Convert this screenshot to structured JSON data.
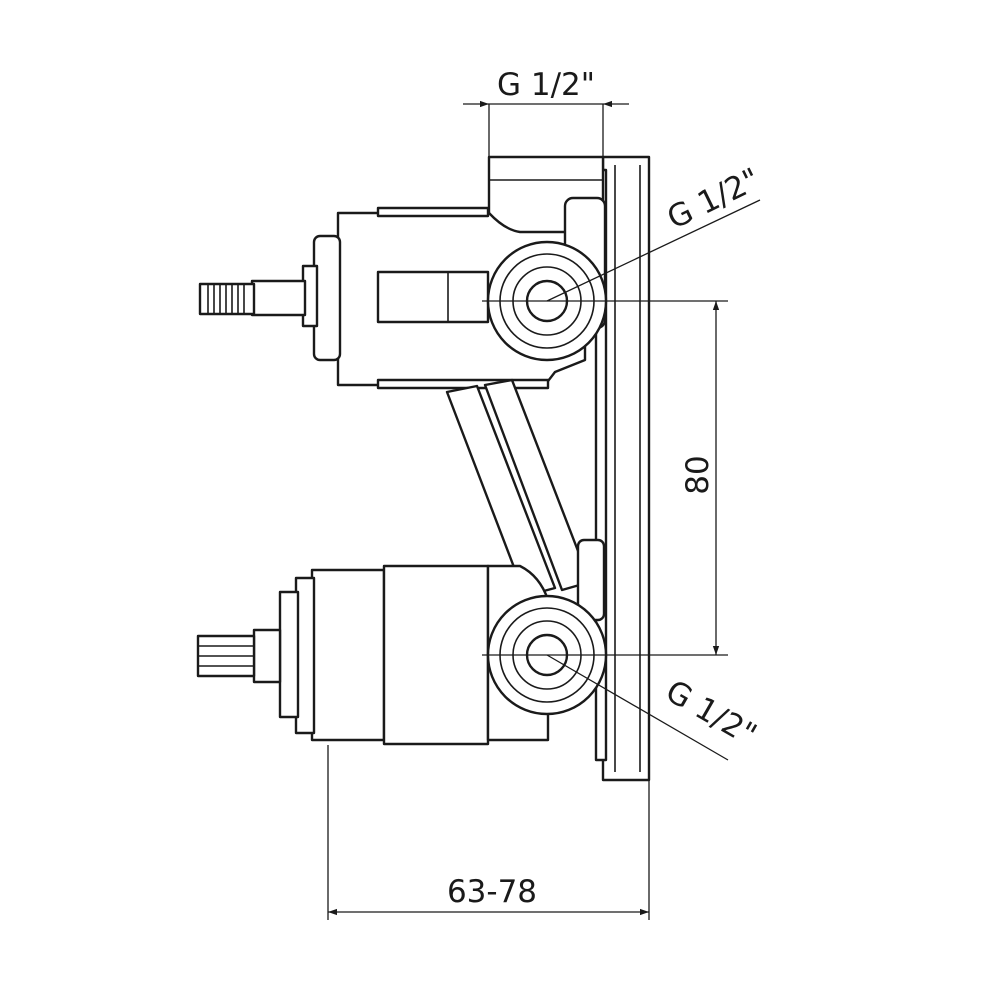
{
  "dimensions": {
    "top_inlet": "G 1/2\"",
    "upper_outlet": "G 1/2\"",
    "lower_outlet": "G 1/2\"",
    "center_distance": "80",
    "install_depth": "63-78"
  }
}
